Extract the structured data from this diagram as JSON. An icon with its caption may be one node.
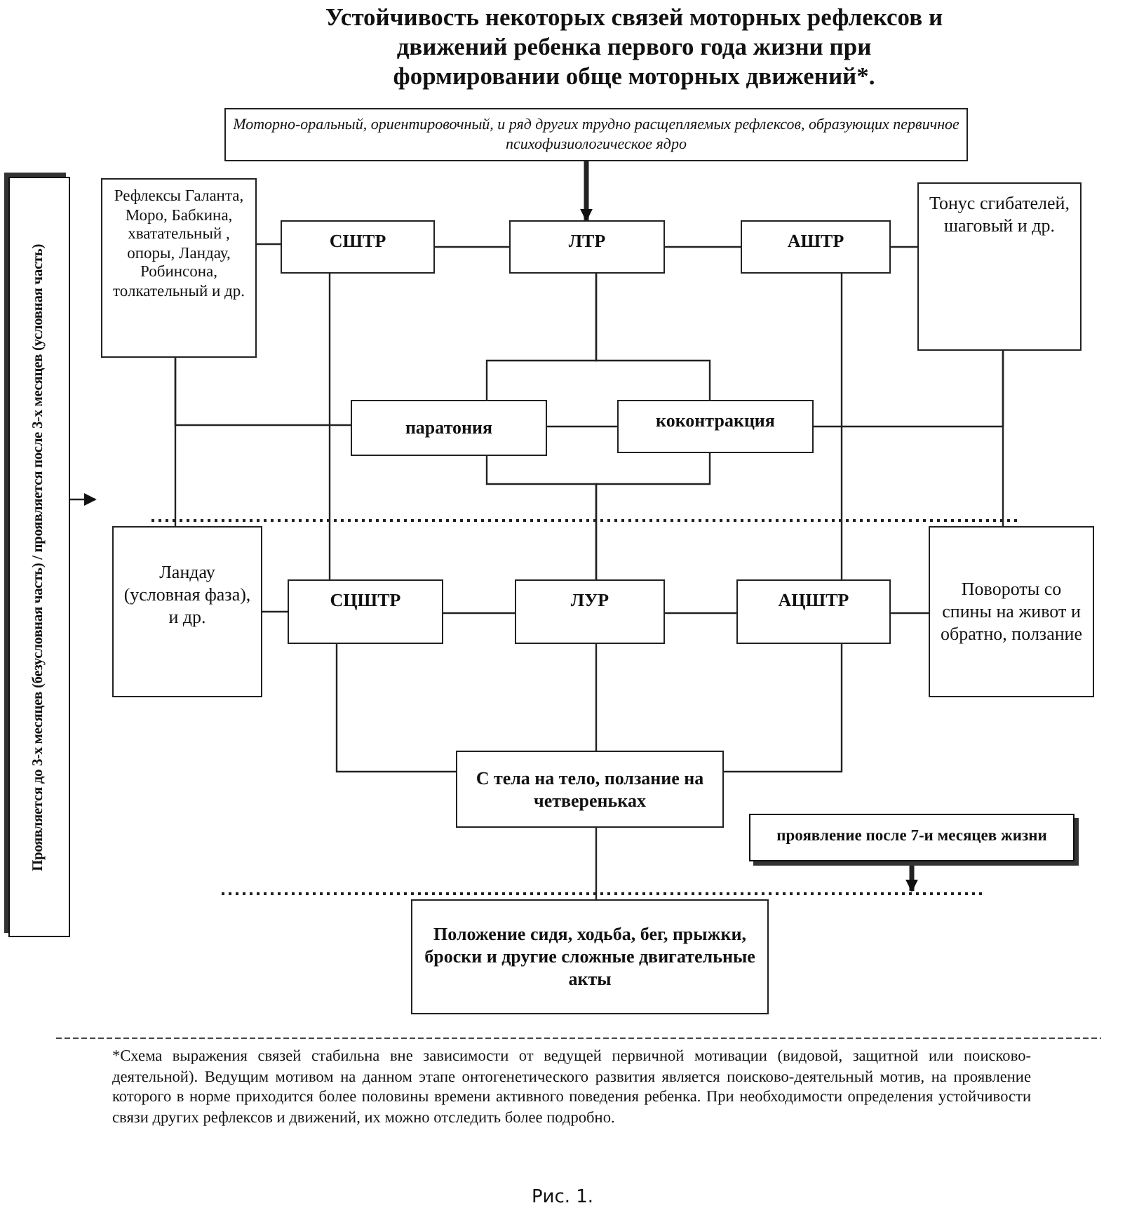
{
  "diagram": {
    "title": "Устойчивость некоторых связей моторных рефлексов и движений ребенка первого года жизни при формировании обще моторных движений*.",
    "caption": "Рис. 1.",
    "nodes": [
      {
        "text": [
          "Моторно-оральный, ориентировочный, и ряд других трудно расщепляемых рефлексов, образующих первичное психофизиологическое ядро"
        ]
      },
      {
        "text": [
          "Проявляется до 3-х месяцев (безусловная часть) / проявляется после 3-х месяцев (условная часть)"
        ]
      },
      {
        "text": [
          "Рефлексы Галанта, Моро, Бабкина, хватательный , опоры, Ландау, Робинсона, толкательный и др."
        ]
      },
      {
        "text": [
          "СШТР"
        ]
      },
      {
        "text": [
          "ЛТР"
        ]
      },
      {
        "text": [
          "АШТР"
        ]
      },
      {
        "text": [
          "Тонус сгибателей, шаговый и др."
        ]
      },
      {
        "text": [
          "паратония"
        ]
      },
      {
        "text": [
          "коконтракция"
        ]
      },
      {
        "text": [
          "Ландау (условная фаза), и др."
        ]
      },
      {
        "text": [
          "СЦШТР"
        ]
      },
      {
        "text": [
          "ЛУР"
        ]
      },
      {
        "text": [
          "АЦШТР"
        ]
      },
      {
        "text": [
          "Повороты со спины на живот и обратно, ползание"
        ]
      },
      {
        "text": [
          "С тела на тело, ползание на четвереньках"
        ]
      },
      {
        "text": [
          "проявление после 7-и месяцев жизни"
        ]
      },
      {
        "text": [
          "Положение сидя, ходьба, бег, прыжки, броски и другие сложные двигательные акты"
        ]
      }
    ],
    "edges": [
      {
        "from": 0,
        "to": 4,
        "arrow": "to",
        "style": "thick"
      },
      {
        "from": 1,
        "to": null,
        "arrow": "to"
      },
      {
        "from": 2,
        "to": 3,
        "arrow": "none"
      },
      {
        "from": 3,
        "to": 4,
        "arrow": "none"
      },
      {
        "from": 4,
        "to": 5,
        "arrow": "none"
      },
      {
        "from": 5,
        "to": 6,
        "arrow": "none"
      },
      {
        "from": 4,
        "to": 7,
        "arrow": "none"
      },
      {
        "from": 4,
        "to": 8,
        "arrow": "none"
      },
      {
        "from": 2,
        "to": 7,
        "arrow": "none"
      },
      {
        "from": 7,
        "to": 8,
        "arrow": "none"
      },
      {
        "from": 8,
        "to": 6,
        "arrow": "none"
      },
      {
        "from": 2,
        "to": 9,
        "arrow": "none"
      },
      {
        "from": 3,
        "to": 10,
        "arrow": "none"
      },
      {
        "from": 7,
        "to": 11,
        "arrow": "none"
      },
      {
        "from": 8,
        "to": 11,
        "arrow": "none"
      },
      {
        "from": 5,
        "to": 12,
        "arrow": "none"
      },
      {
        "from": 6,
        "to": 13,
        "arrow": "none"
      },
      {
        "from": 9,
        "to": 10,
        "arrow": "none"
      },
      {
        "from": 10,
        "to": 11,
        "arrow": "none"
      },
      {
        "from": 11,
        "to": 12,
        "arrow": "none"
      },
      {
        "from": 12,
        "to": 13,
        "arrow": "none"
      },
      {
        "from": 10,
        "to": 14,
        "arrow": "none"
      },
      {
        "from": 11,
        "to": 14,
        "arrow": "none"
      },
      {
        "from": 12,
        "to": 14,
        "arrow": "none"
      },
      {
        "from": 14,
        "to": 16,
        "arrow": "none"
      },
      {
        "from": 15,
        "to": null,
        "arrow": "to",
        "style": "thick"
      }
    ],
    "labels": [
      "*Схема выражения связей стабильна вне зависимости от ведущей первичной мотивации (видовой, защитной или поисково-деятельной). Ведущим мотивом на данном этапе онтогенетического развития является поисково-деятельный мотив, на проявление которого в норме приходится более половины времени активного поведения ребенка. При необходимости определения устойчивости связи других рефлексов и движений, их можно отследить более подробно."
    ]
  }
}
